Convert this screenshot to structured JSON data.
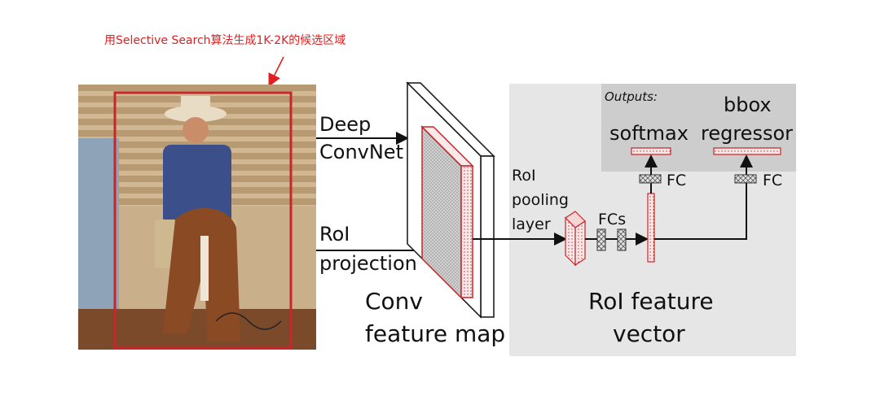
{
  "annotation": {
    "text": "用Selective Search算法生成1K-2K的候选区域",
    "color": "#e02020"
  },
  "labels": {
    "deep_convnet_line1": "Deep",
    "deep_convnet_line2": "ConvNet",
    "roi_projection_line1": "RoI",
    "roi_projection_line2": "projection",
    "conv_feature_map_line1": "Conv",
    "conv_feature_map_line2": "feature map",
    "roi_pooling_line1": "RoI",
    "roi_pooling_line2": "pooling",
    "roi_pooling_line3": "layer",
    "fcs": "FCs",
    "fc_left": "FC",
    "fc_right": "FC",
    "outputs": "Outputs:",
    "softmax": "softmax",
    "bbox_line1": "bbox",
    "bbox_line2": "regressor",
    "roi_feature_vector_line1": "RoI feature",
    "roi_feature_vector_line2": "vector"
  },
  "colors": {
    "accent_red": "#c8262a",
    "panel_gray": "#e6e6e6",
    "outputs_gray": "#cdcdcd",
    "feature_gray": "#bdbdbd"
  },
  "photo": {
    "subject": "cowboy-on-horse-photo",
    "signature": "Paul"
  }
}
